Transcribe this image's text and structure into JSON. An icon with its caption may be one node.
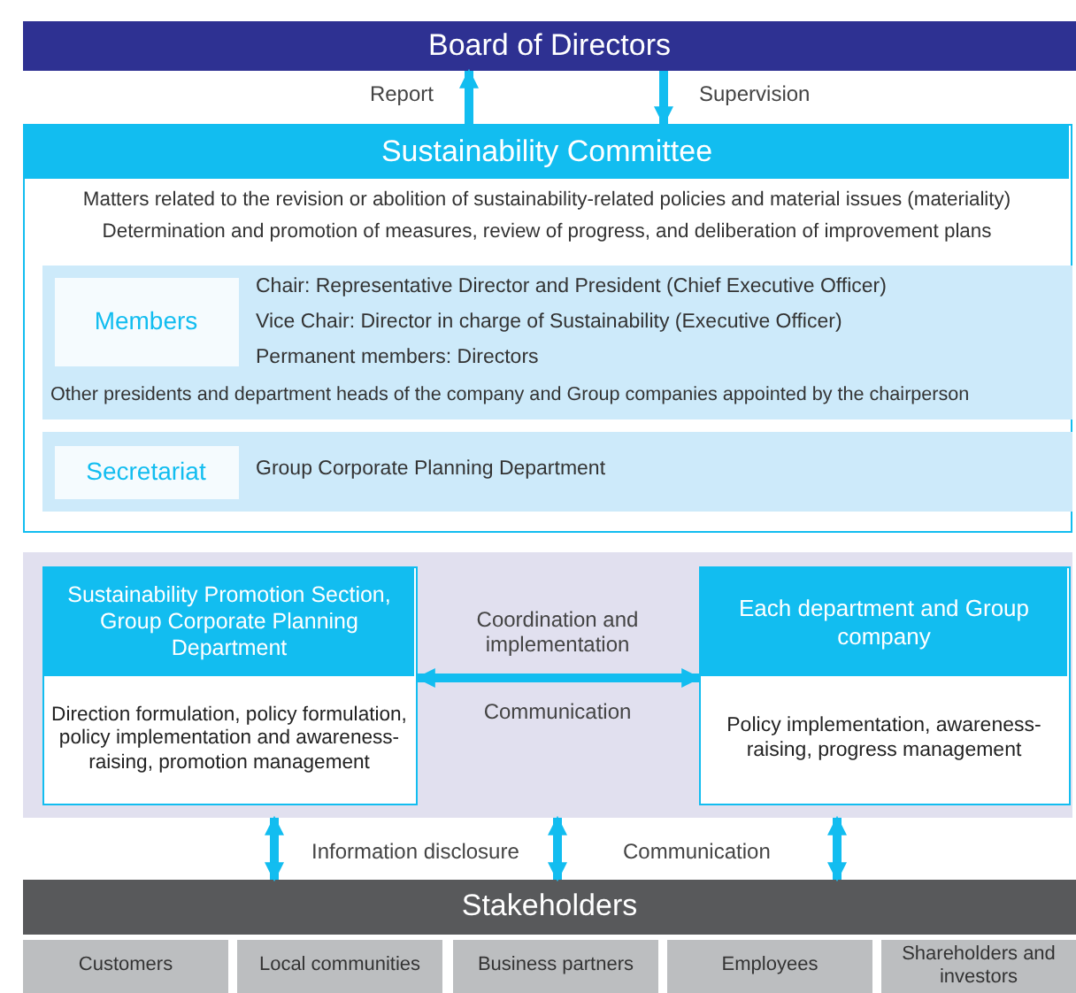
{
  "diagram": {
    "nodes": [
      {
        "text": [
          "Board of Directors"
        ]
      },
      {
        "text": [
          "Sustainability Committee",
          "Matters related to the revision or abolition of sustainability-related policies and material issues (materiality)",
          "Determination and promotion of measures, review of progress, and deliberation of improvement plans"
        ]
      },
      {
        "text": [
          "Chair: Representative Director and President (Chief Executive Officer)",
          "Vice Chair: Director in charge of Sustainability (Executive Officer)",
          "Permanent members: Directors",
          "Other presidents and department heads of the company and Group companies appointed by the chairperson"
        ],
        "in": 1
      },
      {
        "text": [
          "Members"
        ],
        "in": 2
      },
      {
        "text": [
          "Group Corporate Planning Department"
        ],
        "in": 1
      },
      {
        "text": [
          "Secretariat"
        ],
        "in": 4
      },
      {
        "text": [],
        "shape": "box"
      },
      {
        "text": [
          "Sustainability Promotion Section, Group Corporate Planning Department",
          "Direction formulation, policy formulation, policy implementation and awareness-raising, promotion management"
        ],
        "in": 6
      },
      {
        "text": [
          "Each department and Group company",
          "Policy implementation, awareness-raising, progress management"
        ],
        "in": 6
      },
      {
        "text": [
          "Stakeholders"
        ]
      },
      {
        "text": [
          "Customers"
        ]
      },
      {
        "text": [
          "Local communities"
        ]
      },
      {
        "text": [
          "Business partners"
        ]
      },
      {
        "text": [
          "Employees"
        ]
      },
      {
        "text": [
          "Shareholders and investors"
        ]
      }
    ],
    "edges": [
      {
        "from": 1,
        "to": 0,
        "arrow": "to",
        "label": "Report"
      },
      {
        "from": 0,
        "to": 1,
        "arrow": "to",
        "label": "Supervision"
      },
      {
        "from": 7,
        "to": 8,
        "arrow": "both",
        "label": "Coordination and implementation"
      },
      {
        "from": 6,
        "to": 9,
        "arrow": "both"
      },
      {
        "from": 6,
        "to": 9,
        "arrow": "both"
      },
      {
        "from": 6,
        "to": 9,
        "arrow": "both"
      }
    ],
    "labels": [
      "Communication",
      "Information disclosure",
      "Communication"
    ]
  }
}
